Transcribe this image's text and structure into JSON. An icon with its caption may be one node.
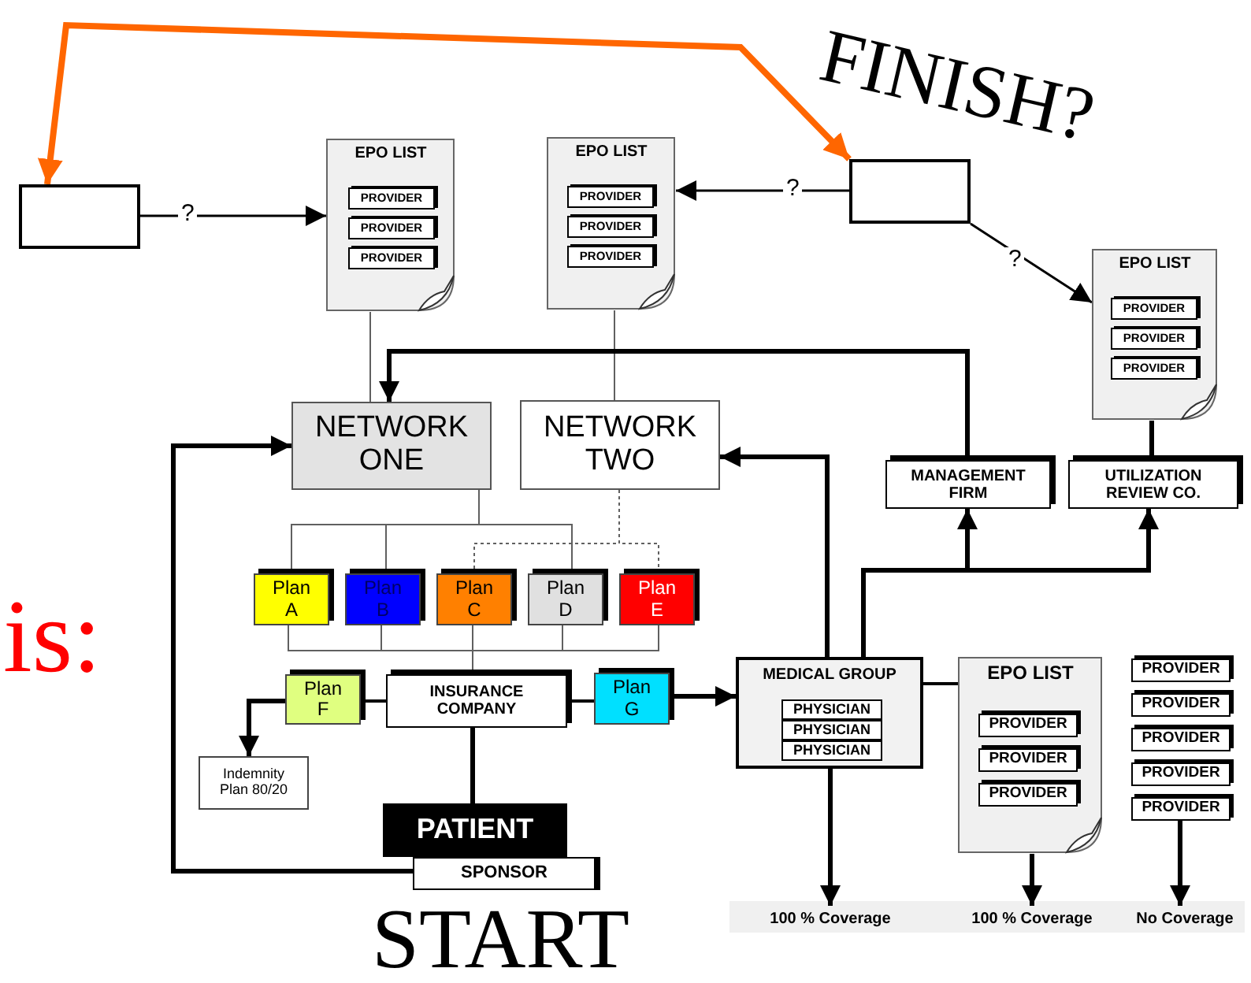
{
  "diagram": {
    "nodes": [
      {
        "text": [],
        "shape": "box"
      },
      {
        "text": [
          "EPO LIST"
        ]
      },
      {
        "text": [
          "PROVIDER"
        ],
        "in": 1
      },
      {
        "text": [
          "PROVIDER"
        ],
        "in": 1
      },
      {
        "text": [
          "PROVIDER"
        ],
        "in": 1
      },
      {
        "text": [
          "EPO LIST"
        ]
      },
      {
        "text": [
          "PROVIDER"
        ],
        "in": 5
      },
      {
        "text": [
          "PROVIDER"
        ],
        "in": 5
      },
      {
        "text": [
          "PROVIDER"
        ],
        "in": 5
      },
      {
        "text": [],
        "shape": "box"
      },
      {
        "text": [
          "EPO LIST"
        ]
      },
      {
        "text": [
          "PROVIDER"
        ],
        "in": 10
      },
      {
        "text": [
          "PROVIDER"
        ],
        "in": 10
      },
      {
        "text": [
          "PROVIDER"
        ],
        "in": 10
      },
      {
        "text": [
          "NETWORK ONE"
        ]
      },
      {
        "text": [
          "NETWORK TWO"
        ]
      },
      {
        "text": [
          "MANAGEMENT FIRM"
        ]
      },
      {
        "text": [
          "UTILIZATION REVIEW CO."
        ]
      },
      {
        "text": [
          "Plan A"
        ]
      },
      {
        "text": [
          "Plan B"
        ]
      },
      {
        "text": [
          "Plan C"
        ]
      },
      {
        "text": [
          "Plan D"
        ]
      },
      {
        "text": [
          "Plan E"
        ]
      },
      {
        "text": [
          "Plan F"
        ]
      },
      {
        "text": [
          "INSURANCE COMPANY"
        ]
      },
      {
        "text": [
          "Plan G"
        ]
      },
      {
        "text": [
          "Indemnity Plan 80/20"
        ]
      },
      {
        "text": [
          "PATIENT"
        ]
      },
      {
        "text": [
          "SPONSOR"
        ]
      },
      {
        "text": [
          "MEDICAL GROUP"
        ]
      },
      {
        "text": [
          "PHYSICIAN"
        ],
        "in": 29
      },
      {
        "text": [
          "PHYSICIAN"
        ],
        "in": 29
      },
      {
        "text": [
          "PHYSICIAN"
        ],
        "in": 29
      },
      {
        "text": [
          "EPO LIST"
        ]
      },
      {
        "text": [
          "PROVIDER"
        ],
        "in": 33
      },
      {
        "text": [
          "PROVIDER"
        ],
        "in": 33
      },
      {
        "text": [
          "PROVIDER"
        ],
        "in": 33
      },
      {
        "text": [
          "PROVIDER"
        ]
      },
      {
        "text": [
          "PROVIDER"
        ]
      },
      {
        "text": [
          "PROVIDER"
        ]
      },
      {
        "text": [
          "PROVIDER"
        ]
      },
      {
        "text": [
          "PROVIDER"
        ]
      },
      {
        "text": [
          "100 % Coverage"
        ]
      },
      {
        "text": [
          "100 % Coverage"
        ]
      },
      {
        "text": [
          "No Coverage"
        ]
      }
    ],
    "edges": [
      {
        "from": 0,
        "to": 9,
        "arrow": "both",
        "style": "thick",
        "color": "#ff6600"
      },
      {
        "from": 0,
        "to": 1,
        "arrow": "to",
        "label": "?"
      },
      {
        "from": 9,
        "to": 5,
        "arrow": "to",
        "label": "?"
      },
      {
        "from": 9,
        "to": 10,
        "arrow": "to",
        "label": "?"
      },
      {
        "from": 1,
        "to": 14,
        "arrow": "none",
        "color": "#606060"
      },
      {
        "from": 5,
        "to": 15,
        "arrow": "none",
        "color": "#606060"
      },
      {
        "from": 10,
        "to": 17,
        "arrow": "none"
      },
      {
        "from": 16,
        "to": 14,
        "arrow": "to"
      },
      {
        "from": 14,
        "to": 18,
        "arrow": "none",
        "color": "#606060"
      },
      {
        "from": 14,
        "to": 19,
        "arrow": "none",
        "color": "#606060"
      },
      {
        "from": 14,
        "to": 21,
        "arrow": "none",
        "color": "#606060"
      },
      {
        "from": 15,
        "to": 20,
        "arrow": "none",
        "style": "dashed",
        "color": "#606060"
      },
      {
        "from": 15,
        "to": 22,
        "arrow": "none",
        "style": "dashed",
        "color": "#606060"
      },
      {
        "from": 18,
        "to": 24,
        "arrow": "none",
        "color": "#606060"
      },
      {
        "from": 19,
        "to": 24,
        "arrow": "none",
        "color": "#606060"
      },
      {
        "from": 20,
        "to": 24,
        "arrow": "none",
        "color": "#606060"
      },
      {
        "from": 21,
        "to": 24,
        "arrow": "none",
        "color": "#606060"
      },
      {
        "from": 22,
        "to": 24,
        "arrow": "none",
        "color": "#606060"
      },
      {
        "from": 23,
        "to": 24,
        "arrow": "none"
      },
      {
        "from": 23,
        "to": 26,
        "arrow": "to"
      },
      {
        "from": 24,
        "to": 25,
        "arrow": "none"
      },
      {
        "from": 25,
        "to": 29,
        "arrow": "to"
      },
      {
        "from": 24,
        "to": 27,
        "arrow": "none"
      },
      {
        "from": 28,
        "to": 14,
        "arrow": "to"
      },
      {
        "from": 29,
        "to": 15,
        "arrow": "to"
      },
      {
        "from": 29,
        "to": 16,
        "arrow": "to"
      },
      {
        "from": 29,
        "to": 17,
        "arrow": "to"
      },
      {
        "from": 29,
        "to": 33,
        "arrow": "none"
      },
      {
        "from": 29,
        "to": 42,
        "arrow": "to"
      },
      {
        "from": 33,
        "to": 43,
        "arrow": "to"
      },
      {
        "from": 41,
        "to": 44,
        "arrow": "to"
      }
    ],
    "labels": [
      "FINISH?",
      "START",
      "is:"
    ]
  }
}
